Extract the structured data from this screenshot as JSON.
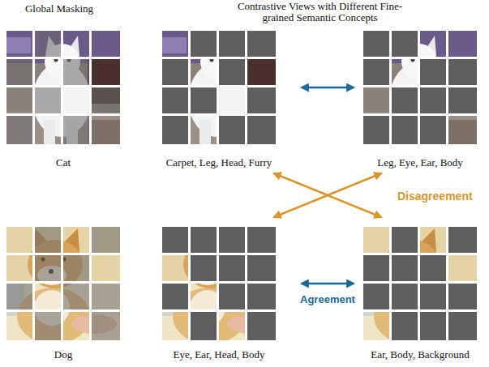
{
  "diagram": {
    "nodes": [
      {
        "text": [
          "Cat"
        ]
      },
      {
        "text": [
          "Carpet, Leg, Head, Furry"
        ]
      },
      {
        "text": [
          "Leg, Eye, Ear, Body"
        ]
      },
      {
        "text": [
          "Dog"
        ]
      },
      {
        "text": [
          "Eye, Ear, Head, Body"
        ]
      },
      {
        "text": [
          "Ear, Body, Background"
        ]
      }
    ],
    "edges": [
      {
        "from": 1,
        "to": 2,
        "arrow": "both"
      },
      {
        "from": 4,
        "to": 5,
        "label": "Agreement",
        "arrow": "both"
      },
      {
        "from": 1,
        "to": 5,
        "arrow": "both"
      },
      {
        "from": 2,
        "to": 4,
        "arrow": "both"
      }
    ],
    "labels": [
      "Global Masking",
      "Contrastive Views with Different Fine-grained Semantic Concepts",
      "Disagreement"
    ]
  }
}
